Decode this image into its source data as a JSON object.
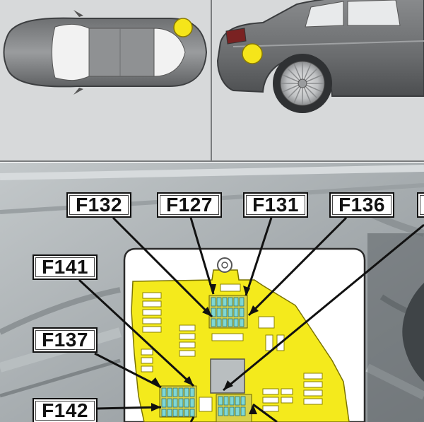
{
  "callouts": {
    "f132": "F132",
    "f127": "F127",
    "f131": "F131",
    "f136": "F136",
    "f141": "F141",
    "f137": "F137",
    "f142": "F142"
  },
  "colors": {
    "location_marker": "#f5e51a",
    "fuse_box": "#f4ea1c",
    "fuse": "#7fd7d4",
    "panel_background": "#d7d9da",
    "trunk_background": "#aeb4b6"
  },
  "icons": [
    "car-top-view-icon",
    "car-side-view-icon",
    "location-marker-icon",
    "fuse-box-icon"
  ]
}
